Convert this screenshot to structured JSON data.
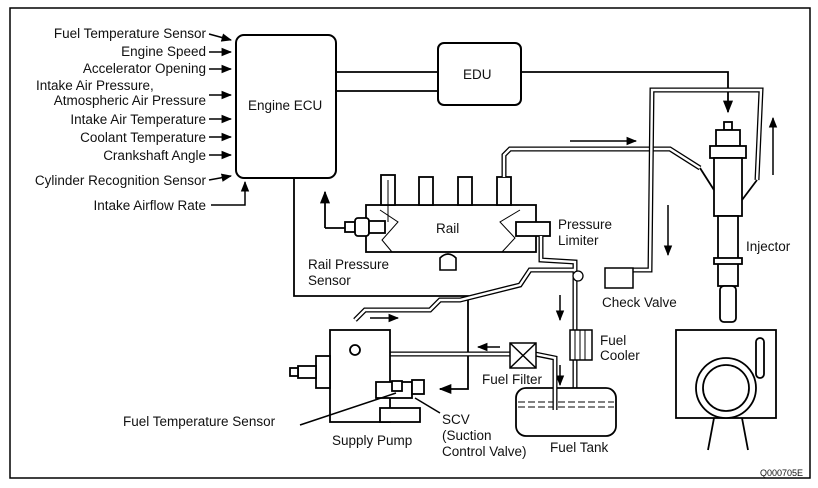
{
  "diagram": {
    "title": "Common Rail Fuel System",
    "figure_code": "Q000705E",
    "ecu_inputs": [
      "Fuel Temperature Sensor",
      "Engine Speed",
      "Accelerator Opening",
      "Intake Air Pressure,",
      "Atmospheric Air Pressure",
      "Intake Air Temperature",
      "Coolant Temperature",
      "Crankshaft Angle",
      "Cylinder Recognition Sensor",
      "Intake Airflow Rate"
    ],
    "components": {
      "engine_ecu": "Engine ECU",
      "edu": "EDU",
      "rail": "Rail",
      "rail_pressure_sensor_1": "Rail Pressure",
      "rail_pressure_sensor_2": "Sensor",
      "pressure_limiter_1": "Pressure",
      "pressure_limiter_2": "Limiter",
      "injector": "Injector",
      "check_valve": "Check Valve",
      "fuel_cooler_1": "Fuel",
      "fuel_cooler_2": "Cooler",
      "fuel_filter": "Fuel Filter",
      "fuel_tank": "Fuel Tank",
      "supply_pump": "Supply Pump",
      "pump_fuel_temp_sensor": "Fuel Temperature Sensor",
      "scv_1": "SCV",
      "scv_2": "(Suction",
      "scv_3": "Control Valve)"
    }
  }
}
